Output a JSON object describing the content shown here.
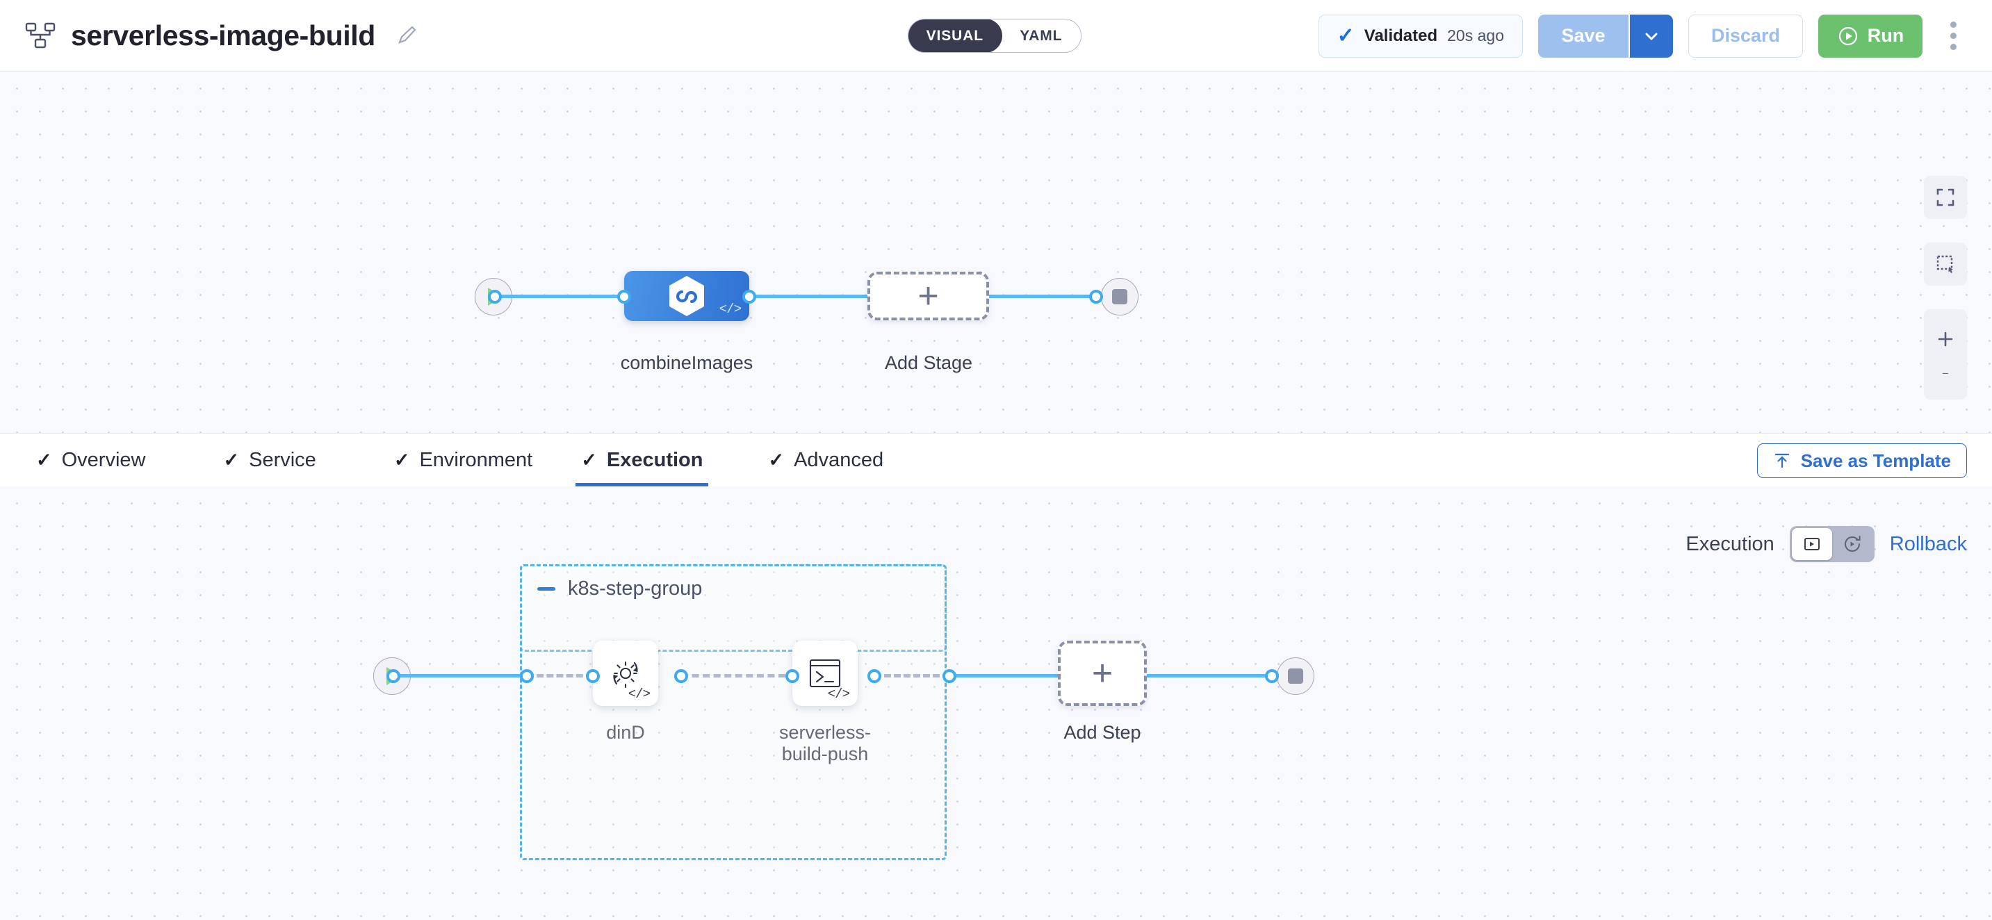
{
  "header": {
    "pipeline_icon": "pipeline-nodes-icon",
    "title": "serverless-image-build",
    "edit_icon": "pencil-icon",
    "view_toggle": {
      "options": [
        "VISUAL",
        "YAML"
      ],
      "selected": "VISUAL"
    },
    "validation": {
      "icon": "check-icon",
      "label": "Validated",
      "time": "20s ago"
    },
    "save": {
      "label": "Save",
      "caret_icon": "chevron-down-icon"
    },
    "discard": {
      "label": "Discard"
    },
    "run": {
      "label": "Run",
      "icon": "play-circle-icon"
    },
    "more_menu": {
      "icon": "kebab-menu-icon"
    },
    "colors": {
      "accent_blue": "#2f6fd0",
      "run_green": "#6cc16f",
      "save_disabled": "#9dc0ef"
    }
  },
  "stage_canvas": {
    "start_node": {
      "icon": "play-icon"
    },
    "end_node": {
      "icon": "stop-icon"
    },
    "stages": [
      {
        "label": "combineImages",
        "icon": "harness-hexagon-icon",
        "badge": "</>",
        "selected": true
      }
    ],
    "add_stage": {
      "label": "Add Stage",
      "icon": "plus-icon"
    },
    "controls": [
      {
        "name": "fit-to-screen-button",
        "icon": "expand-corners-icon"
      },
      {
        "name": "selection-tool-button",
        "icon": "marquee-select-icon"
      },
      {
        "name": "zoom-in-button",
        "icon": "plus-icon"
      },
      {
        "name": "zoom-out-button",
        "icon": "minus-icon"
      }
    ]
  },
  "tabs": {
    "items": [
      {
        "label": "Overview",
        "check": "✓",
        "active": false
      },
      {
        "label": "Service",
        "check": "✓",
        "active": false
      },
      {
        "label": "Environment",
        "check": "✓",
        "active": false
      },
      {
        "label": "Execution",
        "check": "✓",
        "active": true
      },
      {
        "label": "Advanced",
        "check": "✓",
        "active": false
      }
    ],
    "save_as_template": {
      "label": "Save as Template",
      "icon": "upload-template-icon"
    }
  },
  "execution_bar": {
    "label": "Execution",
    "toggle": {
      "options": [
        {
          "name": "execution-view",
          "icon": "execution-box-icon",
          "selected": true
        },
        {
          "name": "rollback-view",
          "icon": "rollback-clock-icon",
          "selected": false
        }
      ]
    },
    "rollback_link": "Rollback"
  },
  "step_canvas": {
    "start_node": {
      "icon": "play-icon"
    },
    "end_node": {
      "icon": "stop-icon"
    },
    "group": {
      "title": "k8s-step-group",
      "collapse_icon": "minus-icon",
      "steps": [
        {
          "label": "dinD",
          "icon": "gear-refresh-icon",
          "badge": "</>"
        },
        {
          "label": "serverless-\nbuild-push",
          "label_line1": "serverless-",
          "label_line2": "build-push",
          "icon": "terminal-icon",
          "badge": "</>"
        }
      ]
    },
    "add_step": {
      "label": "Add Step",
      "icon": "plus-icon"
    }
  }
}
